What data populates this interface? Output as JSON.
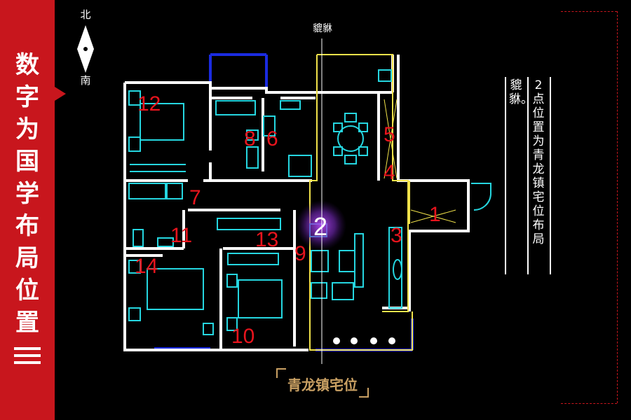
{
  "sidebar": {
    "title_chars": [
      "数",
      "字",
      "为",
      "国",
      "学",
      "布",
      "局",
      "位",
      "置"
    ]
  },
  "compass": {
    "north": "北",
    "south": "南"
  },
  "top_label": "貔貅",
  "caption": "青龙镇宅位",
  "note": {
    "col1": "2点位置为青龙镇宅位布局",
    "col2": "貔貅。"
  },
  "room_numbers": [
    "1",
    "2",
    "3",
    "4",
    "5",
    "6",
    "7",
    "8",
    "9",
    "10",
    "11",
    "12",
    "13",
    "14"
  ],
  "colors": {
    "red": "#c8161d",
    "wall": "#ffffff",
    "blue": "#1a2be0",
    "yellow": "#f1e24a",
    "cyan": "#25d6e0",
    "gold": "#c9a063",
    "glow": "#9b3bd8"
  }
}
